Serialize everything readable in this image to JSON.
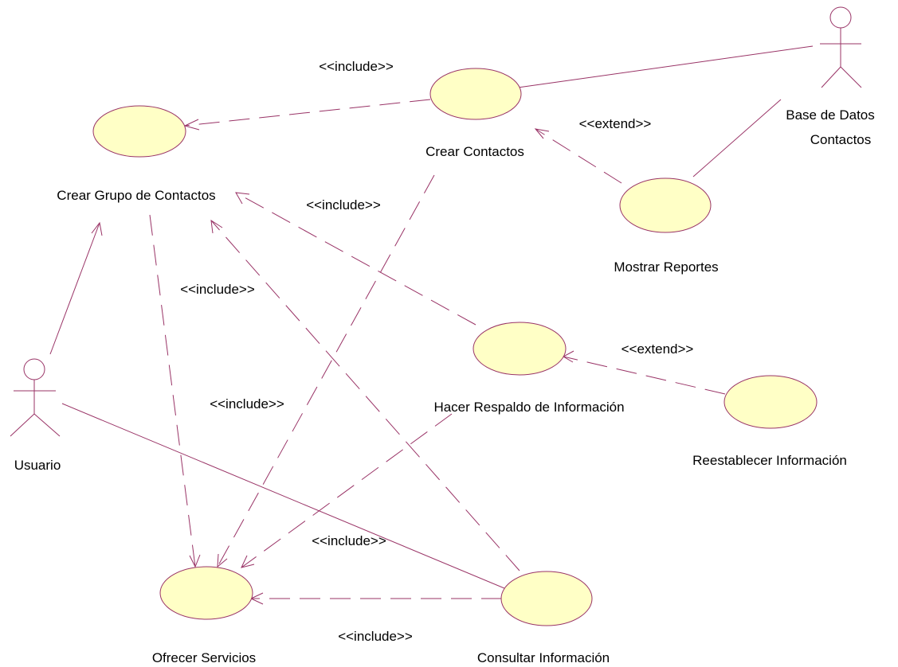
{
  "colors": {
    "line": "#993366",
    "usecase_fill": "#ffffc6",
    "text": "#000000",
    "background": "#ffffff"
  },
  "actors": {
    "usuario": "Usuario",
    "base_datos_line1": "Base de Datos",
    "base_datos_line2": "Contactos"
  },
  "use_cases": {
    "crear_grupo": "Crear Grupo de Contactos",
    "crear_contactos": "Crear Contactos",
    "mostrar_reportes": "Mostrar Reportes",
    "hacer_respaldo": "Hacer Respaldo de Información",
    "reestablecer": "Reestablecer Información",
    "ofrecer_servicios": "Ofrecer Servicios",
    "consultar": "Consultar Información"
  },
  "stereotypes": {
    "include_top": "<<include>>",
    "include_mid": "<<include>>",
    "include_left": "<<include>>",
    "include_center": "<<include>>",
    "include_lower": "<<include>>",
    "include_bottom": "<<include>>",
    "extend_top": "<<extend>>",
    "extend_mid": "<<extend>>"
  }
}
